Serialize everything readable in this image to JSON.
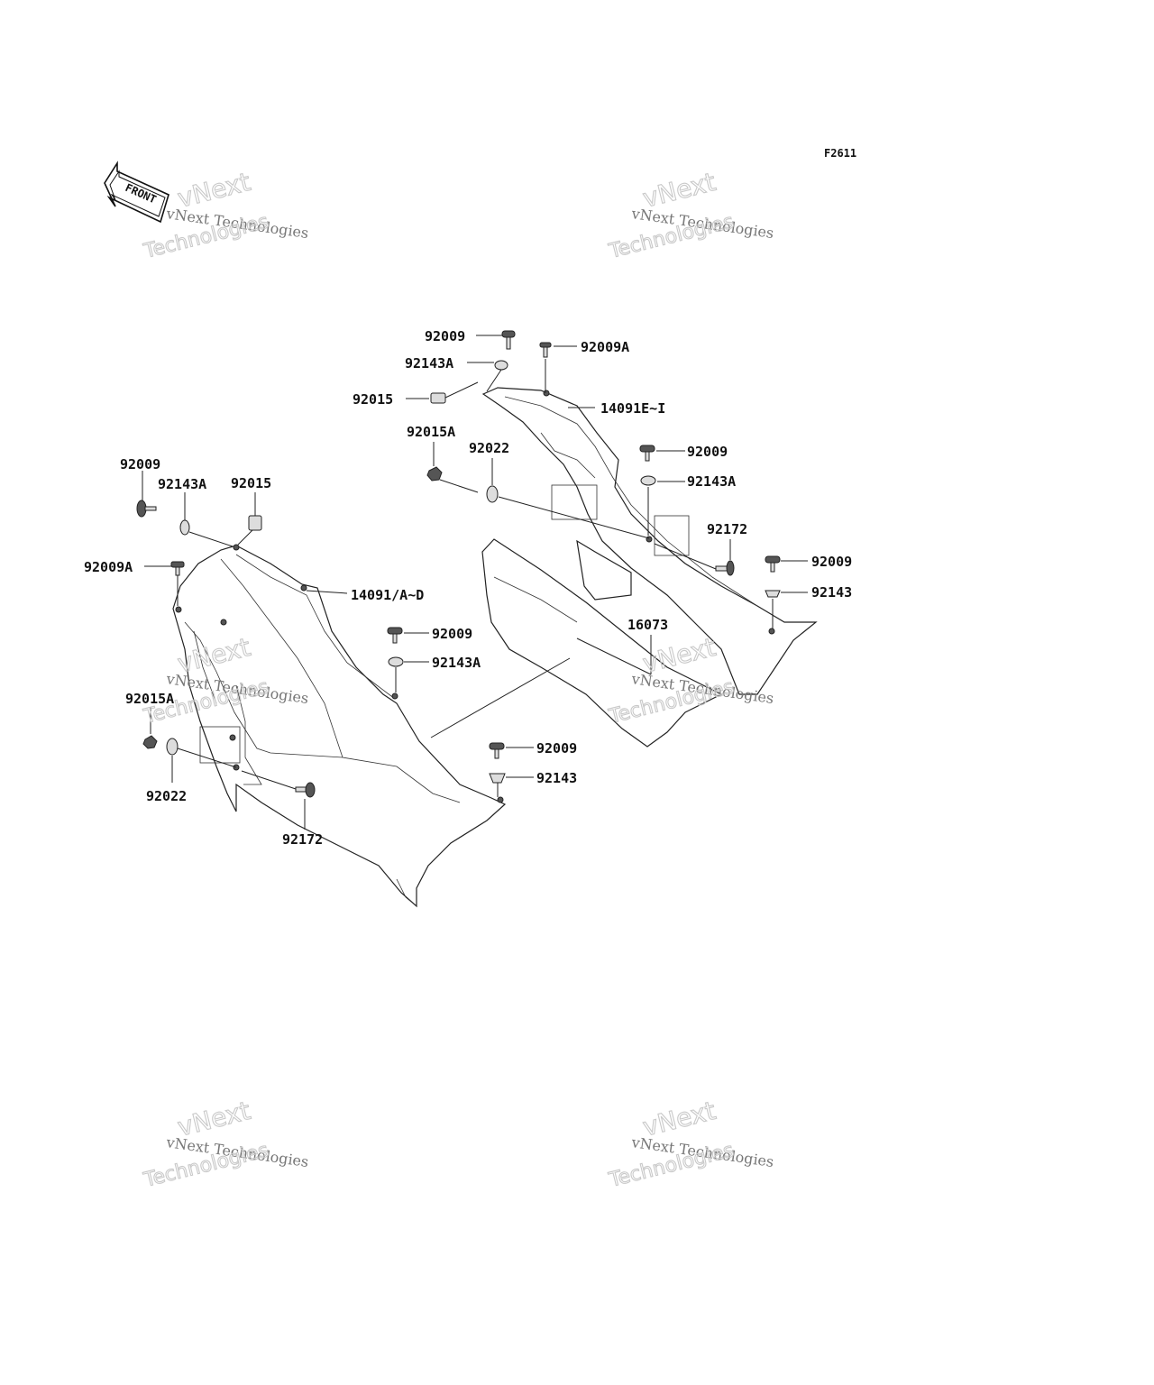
{
  "diagram_code": "F2611",
  "front_arrow_label": "FRONT",
  "watermark": {
    "line1": "vNext",
    "line2": "vNext Technologies",
    "line3": "Technologies"
  },
  "labels": {
    "r_92009_top": "92009",
    "r_92009a_top": "92009A",
    "r_92143a_top": "92143A",
    "r_92015": "92015",
    "r_14091ei": "14091E~I",
    "r_92015a": "92015A",
    "r_92022": "92022",
    "r_92009_mid": "92009",
    "r_92143a_mid": "92143A",
    "r_92172": "92172",
    "r_92009_right": "92009",
    "r_92143_right": "92143",
    "r_16073": "16073",
    "l_92009_top": "92009",
    "l_92143a_top": "92143A",
    "l_92015": "92015",
    "l_92009a": "92009A",
    "l_14091ad": "14091/A~D",
    "l_92009_mid": "92009",
    "l_92143a_mid": "92143A",
    "l_92015a": "92015A",
    "l_92022": "92022",
    "l_92172": "92172",
    "l_92009_low": "92009",
    "l_92143_low": "92143"
  }
}
